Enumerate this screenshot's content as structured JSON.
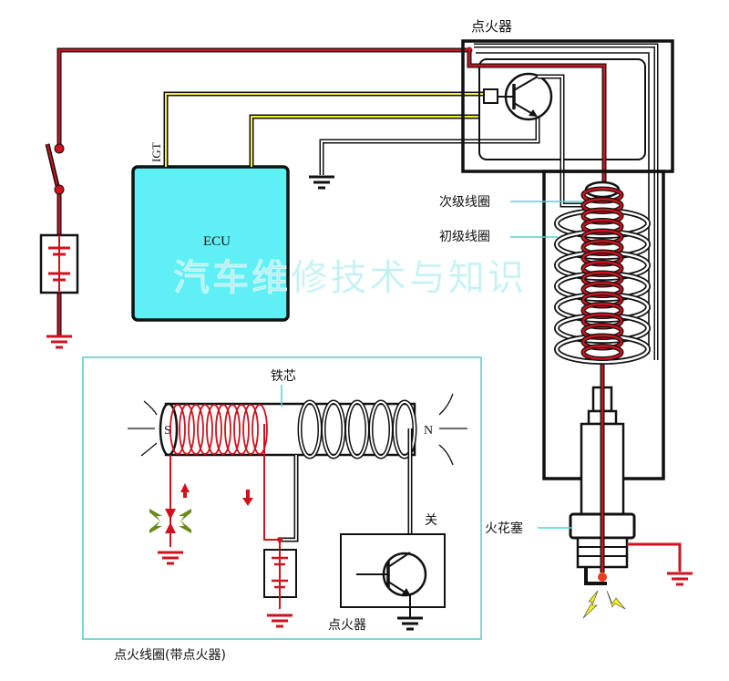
{
  "labels": {
    "igniter_top": "点火器",
    "secondary_coil": "次级线圈",
    "primary_coil": "初级线圈",
    "ecu": "ECU",
    "igt": "IGT",
    "spark_plug": "火花塞",
    "iron_core": "铁芯",
    "south_pole": "S",
    "north_pole": "N",
    "off": "关",
    "igniter_inset": "点火器",
    "inset_caption": "点火线圈(带点火器)"
  },
  "watermark": "汽车维修技术与知识",
  "colors": {
    "wire_red": "#d0121e",
    "wire_yellow": "#f2ee3a",
    "ecu_fill": "#5ff0f5",
    "leader_teal": "#4fd6d0",
    "spark_yellow": "#f4f01c"
  }
}
